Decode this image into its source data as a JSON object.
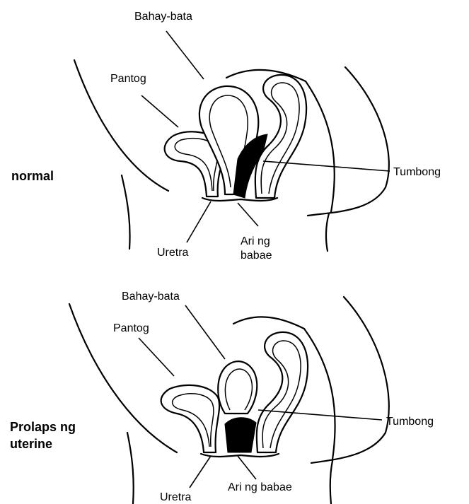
{
  "panels": [
    {
      "title": "normal",
      "labels": {
        "uterus": "Bahay-bata",
        "bladder": "Pantog",
        "rectum": "Tumbong",
        "urethra": "Uretra",
        "vagina": "Ari ng\nbabae"
      }
    },
    {
      "title": "Prolaps ng\nuterine",
      "labels": {
        "uterus": "Bahay-bata",
        "bladder": "Pantog",
        "rectum": "Tumbong",
        "urethra": "Uretra",
        "vagina": "Ari ng babae"
      }
    }
  ]
}
